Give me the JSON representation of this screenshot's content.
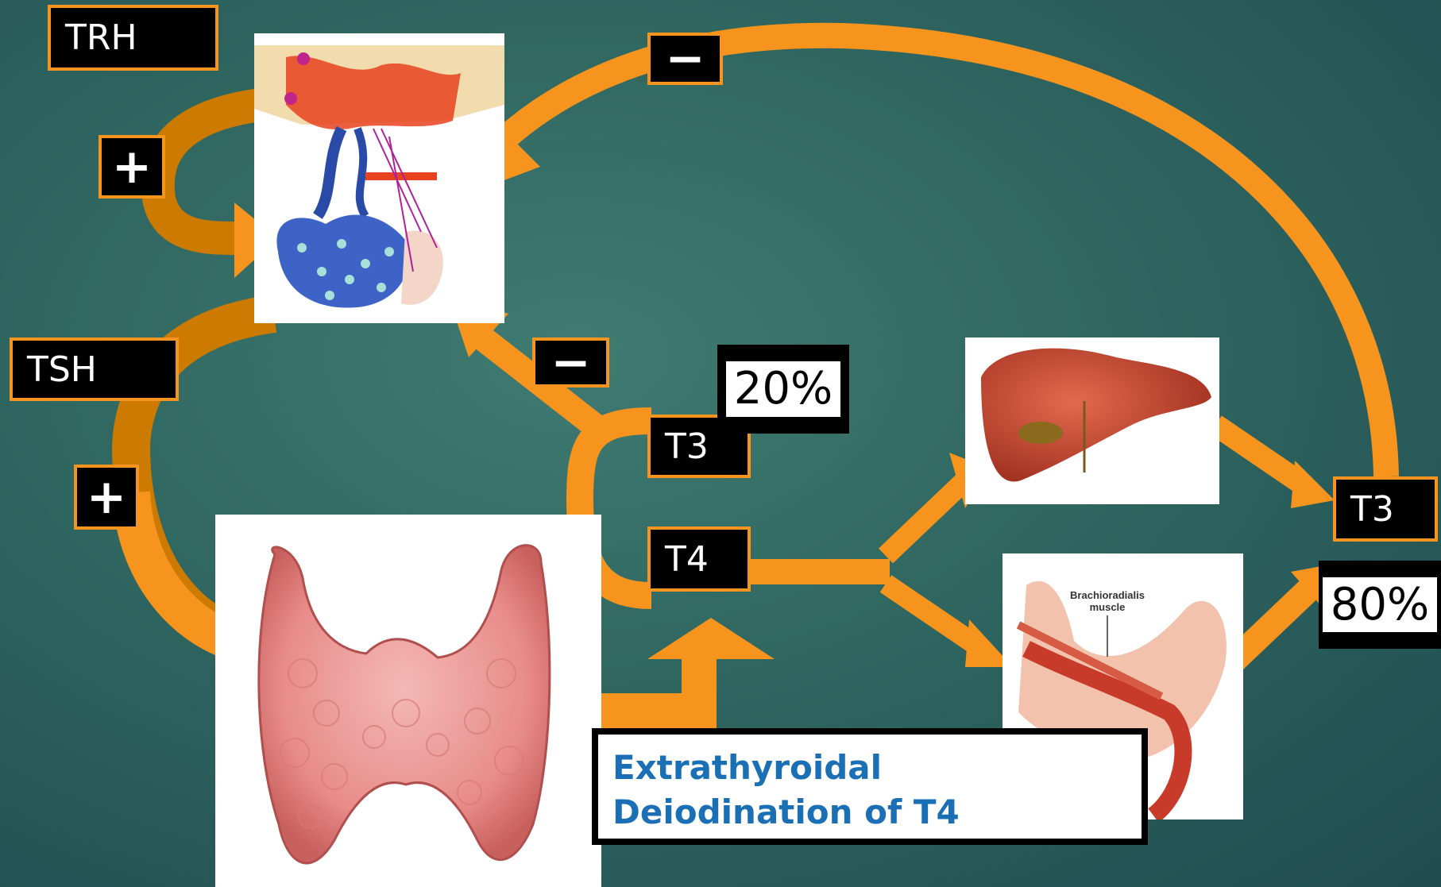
{
  "labels": {
    "trh": "TRH",
    "tsh": "TSH",
    "t3_center": "T3",
    "t4_center": "T4",
    "t3_right": "T3"
  },
  "signs": {
    "plus_top": "+",
    "plus_bottom": "+",
    "minus_top": "−",
    "minus_mid": "−"
  },
  "percents": {
    "p20": "20%",
    "p80": "80%"
  },
  "callout": {
    "line1": "Extrathyroidal",
    "line2": "Deiodination of T4"
  },
  "muscle_caption": {
    "line1": "Brachioradialis",
    "line2": "muscle"
  },
  "colors": {
    "arrow": "#f7941d",
    "arrow_dark": "#cc7a00",
    "background": "#2f6660",
    "callout_text": "#1a6fb5"
  }
}
